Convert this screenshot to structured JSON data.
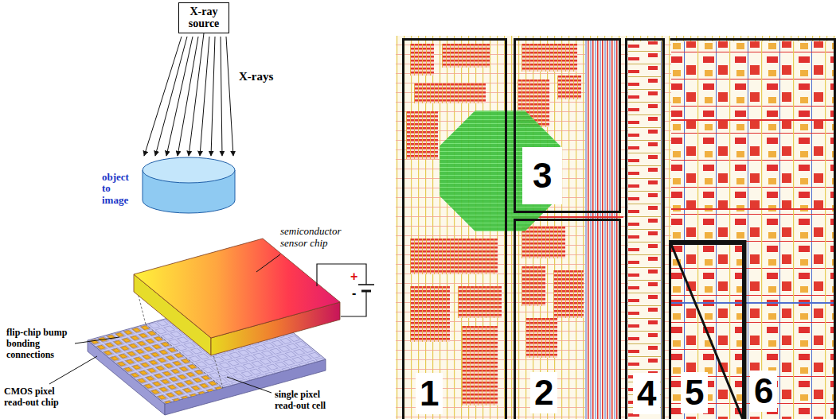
{
  "diagram": {
    "nodes": [
      {
        "text": [
          "X-ray source"
        ]
      },
      {
        "text": [
          "object to image"
        ]
      },
      {
        "text": [
          "1"
        ]
      },
      {
        "text": [
          "2"
        ]
      },
      {
        "text": [
          "3"
        ]
      },
      {
        "text": [
          "4"
        ]
      },
      {
        "text": [
          "5"
        ]
      },
      {
        "text": [
          "6"
        ]
      }
    ],
    "edges": [
      {
        "from": 0,
        "to": 1,
        "arrow": "to"
      }
    ],
    "labels": [
      "X-rays",
      "semiconductor sensor chip",
      "flip-chip bump bonding connections",
      "CMOS pixel read-out chip",
      "single pixel read-out cell",
      "+",
      "-"
    ]
  }
}
